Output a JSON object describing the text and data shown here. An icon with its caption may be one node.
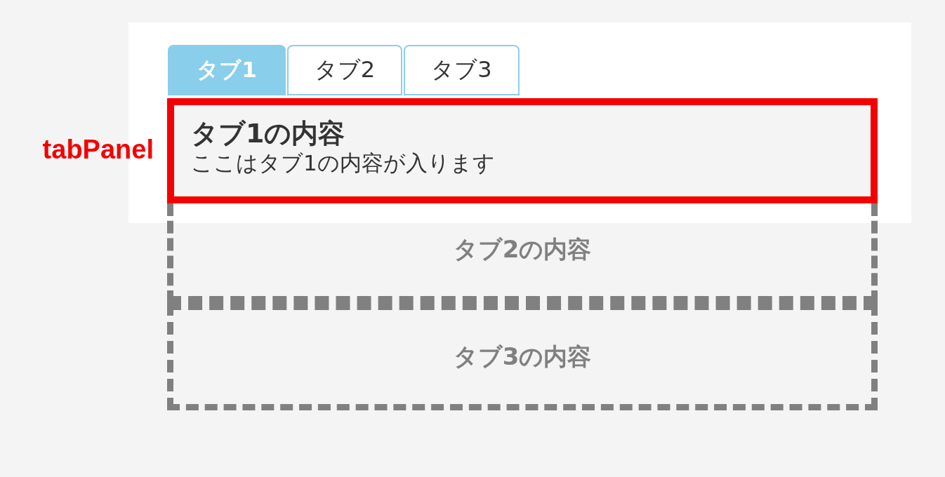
{
  "diagram": {
    "nodes": [
      {
        "text": [
          "タブ1"
        ]
      },
      {
        "text": [
          "タブ2"
        ]
      },
      {
        "text": [
          "タブ3"
        ]
      },
      {
        "text": [
          "タブ1の内容",
          "ここはタブ1の内容が入ります"
        ]
      },
      {
        "text": [
          "タブ2の内容"
        ]
      },
      {
        "text": [
          "タブ3の内容"
        ]
      }
    ],
    "labels": [
      "tabPanel"
    ]
  }
}
